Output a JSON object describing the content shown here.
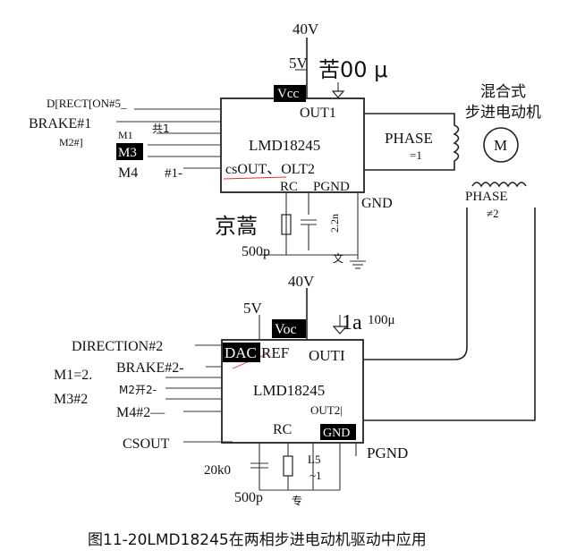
{
  "figure": {
    "caption": "图11-20LMD18245在两相步进电动机驱动中应用"
  },
  "top_driver": {
    "chip_name": "LMD18245",
    "supply_high": "40V",
    "supply_logic": "5V",
    "cap_label": "苦00 μ",
    "vcc_label": "Vcc",
    "out1_label": "OUT1",
    "out2_label": "csOUT、OLT2",
    "rc_label": "RC",
    "pgnd_label": "PGND",
    "gnd_label": "GND",
    "inputs": {
      "direction": "D[RECT[ON#5_",
      "brake": "BRAKE#1",
      "m2": "M2#]",
      "m1": "M1",
      "m3": "M3",
      "m4": "M4",
      "m4_suffix": "#1-",
      "common": "共1"
    },
    "rc_note": "京蒿",
    "cap_rc": "500p",
    "cap_side": "2.2n",
    "gnd_mark": "文"
  },
  "motor": {
    "title_line1": "混合式",
    "title_line2": "步进电动机",
    "motor_symbol": "M",
    "phase1_label": "PHASE",
    "phase1_num": "=1",
    "phase2_label": "PHASE",
    "phase2_num": "≠2"
  },
  "bottom_driver": {
    "chip_name": "LMD18245",
    "supply_high": "40V",
    "supply_logic": "5V",
    "cap_value": "100μ",
    "cap_mark": "1a",
    "vcc_label": "Voc",
    "dac_label": "DAC",
    "ref_label": "REF",
    "out1_label": "OUTI",
    "out2_label": "OUT2|",
    "rc_label": "RC",
    "gnd_label": "GND",
    "pgnd_label": "PGND",
    "inputs": {
      "direction": "DIRECTION#2",
      "brake": "BRAKE#2-",
      "m1": "M1=2.",
      "m2": "M2开2-",
      "m3": "M3#2",
      "m4": "M4#2—",
      "csout": "CSOUT"
    },
    "res_rc": "20k0",
    "cap_rc": "500p",
    "res_side": "L5",
    "res_side2": "~1",
    "gnd_mark": "专"
  }
}
